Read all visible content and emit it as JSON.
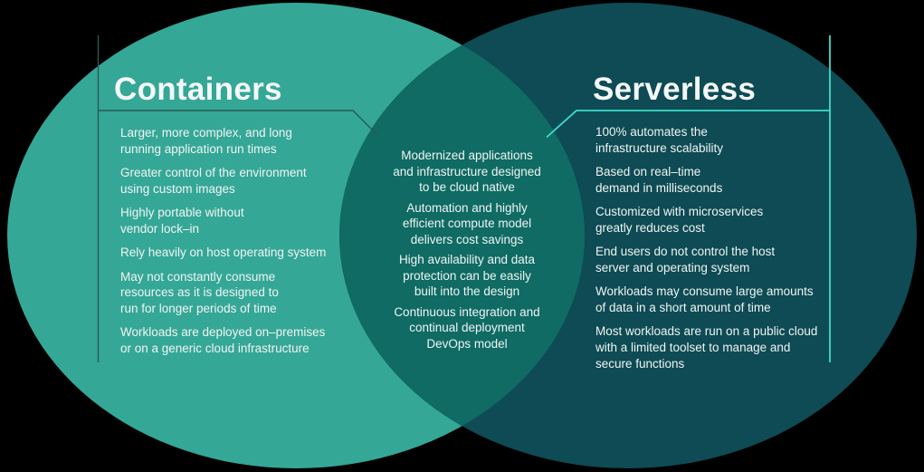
{
  "background_color": "#000000",
  "text_color": "#EFF4F2",
  "venn": {
    "left": {
      "title": "Containers",
      "circle_color": "#35A797",
      "line_color": "#2A5B54",
      "items": [
        "Larger, more complex, and long\nrunning application run times",
        "Greater control of the environment\nusing custom images",
        "Highly portable without\nvendor lock–in",
        "Rely heavily on host operating system",
        "May not constantly consume\nresources as it is designed to\nrun for longer periods of time",
        "Workloads are deployed on–premises\nor on a generic cloud infrastructure"
      ]
    },
    "shared": {
      "overlap_color": "#0F6B64",
      "items": [
        "Modernized applications\nand infrastructure designed\nto be cloud native",
        "Automation and highly\nefficient compute model\ndelivers cost savings",
        "High availability and data\nprotection can be easily\nbuilt into the design",
        "Continuous integration and\ncontinual deployment\nDevOps model"
      ]
    },
    "right": {
      "title": "Serverless",
      "circle_color": "#0E4B54",
      "line_color": "#3CDECC",
      "items": [
        "100% automates the\ninfrastructure scalability",
        "Based on real–time\ndemand in milliseconds",
        "Customized with microservices\ngreatly reduces cost",
        "End users do not control the host\nserver and operating system",
        "Workloads may consume large amounts\nof data in a short amount of time",
        "Most workloads are run on a public cloud\nwith a limited toolset to manage and\nsecure functions"
      ]
    }
  }
}
